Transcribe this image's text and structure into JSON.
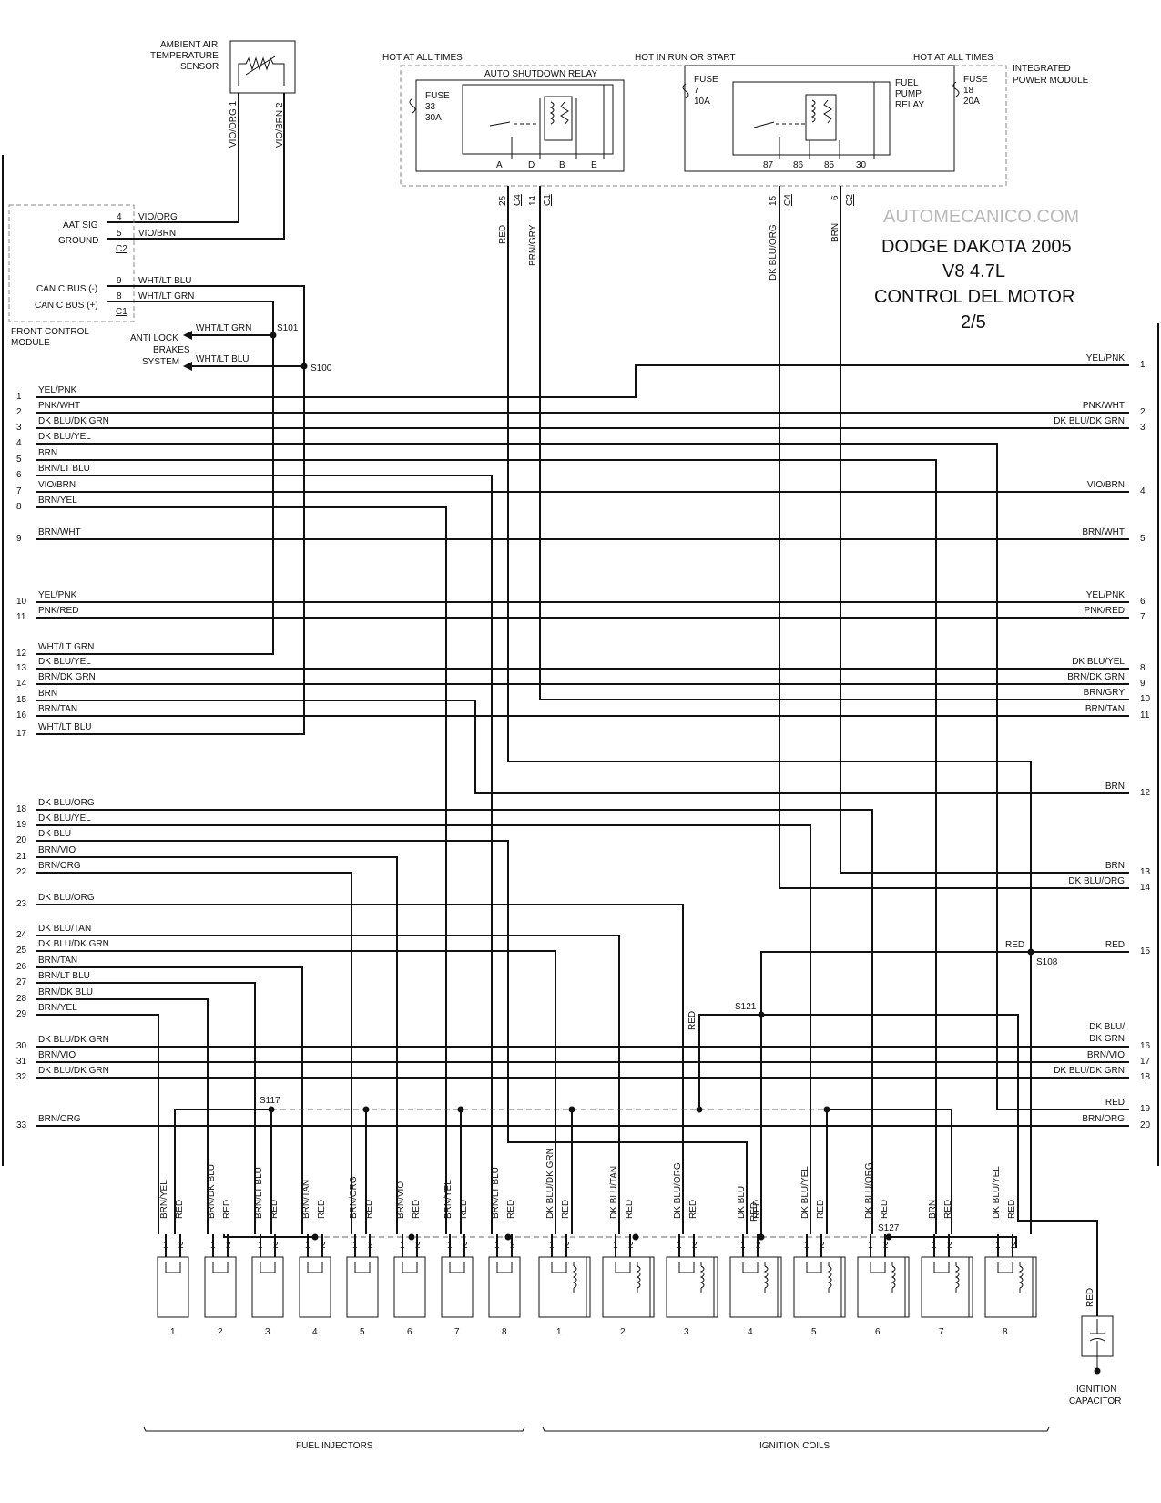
{
  "title": {
    "make": "DODGE DAKOTA 2005",
    "engine": "V8 4.7L",
    "system": "CONTROL DEL MOTOR",
    "page": "2/5"
  },
  "watermark": "AUTOMECANICO.COM",
  "sensor": {
    "name_line1": "AMBIENT AIR",
    "name_line2": "TEMPERATURE",
    "name_line3": "SENSOR",
    "pin1": "VIO/ORG 1",
    "pin2": "VIO/BRN 2"
  },
  "fcm": {
    "name_line1": "FRONT CONTROL",
    "name_line2": "MODULE",
    "aat_sig": "AAT SIG",
    "ground": "GROUND",
    "can_minus": "CAN C BUS (-)",
    "can_plus": "CAN C BUS (+)",
    "conn_c2": "C2",
    "conn_c1": "C1",
    "pins": [
      {
        "n": "4",
        "w": "VIO/ORG"
      },
      {
        "n": "5",
        "w": "VIO/BRN"
      },
      {
        "n": "9",
        "w": "WHT/LT BLU"
      },
      {
        "n": "8",
        "w": "WHT/LT GRN"
      }
    ]
  },
  "abs": {
    "line1": "ANTI LOCK",
    "line2": "BRAKES",
    "line3": "SYSTEM",
    "w1": "WHT/LT GRN",
    "w2": "WHT/LT BLU",
    "s1": "S101",
    "s2": "S100"
  },
  "ipm": {
    "hot_all_left": "HOT AT ALL TIMES",
    "hot_run": "HOT IN RUN OR START",
    "hot_all_right": "HOT AT ALL TIMES",
    "name_line1": "INTEGRATED",
    "name_line2": "POWER MODULE",
    "asd": "AUTO SHUTDOWN RELAY",
    "fuse33": [
      "FUSE",
      "33",
      "30A"
    ],
    "fuse7": [
      "FUSE",
      "7",
      "10A"
    ],
    "fuse18": [
      "FUSE",
      "18",
      "20A"
    ],
    "fpr": [
      "FUEL",
      "PUMP",
      "RELAY"
    ],
    "asd_pins": [
      "A",
      "D",
      "B",
      "E"
    ],
    "fpr_pins": [
      "87",
      "86",
      "85",
      "30"
    ],
    "outputs": [
      {
        "pin": "25",
        "conn": "C4",
        "wire": "RED"
      },
      {
        "pin": "14",
        "conn": "C1",
        "wire": "BRN/GRY"
      },
      {
        "pin": "15",
        "conn": "C4",
        "wire": "DK BLU/ORG"
      },
      {
        "pin": "6",
        "conn": "C2",
        "wire": "BRN"
      }
    ]
  },
  "left_rows": [
    {
      "n": "1",
      "w": "YEL/PNK"
    },
    {
      "n": "2",
      "w": "PNK/WHT"
    },
    {
      "n": "3",
      "w": "DK BLU/DK GRN"
    },
    {
      "n": "4",
      "w": "DK BLU/YEL"
    },
    {
      "n": "5",
      "w": "BRN"
    },
    {
      "n": "6",
      "w": "BRN/LT BLU"
    },
    {
      "n": "7",
      "w": "VIO/BRN"
    },
    {
      "n": "8",
      "w": "BRN/YEL"
    },
    {
      "n": "9",
      "w": "BRN/WHT"
    },
    {
      "n": "10",
      "w": "YEL/PNK"
    },
    {
      "n": "11",
      "w": "PNK/RED"
    },
    {
      "n": "12",
      "w": "WHT/LT GRN"
    },
    {
      "n": "13",
      "w": "DK BLU/YEL"
    },
    {
      "n": "14",
      "w": "BRN/DK GRN"
    },
    {
      "n": "15",
      "w": "BRN"
    },
    {
      "n": "16",
      "w": "BRN/TAN"
    },
    {
      "n": "17",
      "w": "WHT/LT BLU"
    },
    {
      "n": "18",
      "w": "DK BLU/ORG"
    },
    {
      "n": "19",
      "w": "DK BLU/YEL"
    },
    {
      "n": "20",
      "w": "DK BLU"
    },
    {
      "n": "21",
      "w": "BRN/VIO"
    },
    {
      "n": "22",
      "w": "BRN/ORG"
    },
    {
      "n": "23",
      "w": "DK BLU/ORG"
    },
    {
      "n": "24",
      "w": "DK BLU/TAN"
    },
    {
      "n": "25",
      "w": "DK BLU/DK GRN"
    },
    {
      "n": "26",
      "w": "BRN/TAN"
    },
    {
      "n": "27",
      "w": "BRN/LT BLU"
    },
    {
      "n": "28",
      "w": "BRN/DK BLU"
    },
    {
      "n": "29",
      "w": "BRN/YEL"
    },
    {
      "n": "30",
      "w": "DK BLU/DK GRN"
    },
    {
      "n": "31",
      "w": "BRN/VIO"
    },
    {
      "n": "32",
      "w": "DK BLU/DK GRN"
    },
    {
      "n": "33",
      "w": "BRN/ORG"
    }
  ],
  "right_rows": [
    {
      "n": "1",
      "w": "YEL/PNK"
    },
    {
      "n": "2",
      "w": "PNK/WHT"
    },
    {
      "n": "3",
      "w": "DK BLU/DK GRN"
    },
    {
      "n": "4",
      "w": "VIO/BRN"
    },
    {
      "n": "5",
      "w": "BRN/WHT"
    },
    {
      "n": "6",
      "w": "YEL/PNK"
    },
    {
      "n": "7",
      "w": "PNK/RED"
    },
    {
      "n": "8",
      "w": "DK BLU/YEL"
    },
    {
      "n": "9",
      "w": "BRN/DK GRN"
    },
    {
      "n": "10",
      "w": "BRN/GRY"
    },
    {
      "n": "11",
      "w": "BRN/TAN"
    },
    {
      "n": "12",
      "w": "BRN"
    },
    {
      "n": "13",
      "w": "BRN"
    },
    {
      "n": "14",
      "w": "DK BLU/ORG"
    },
    {
      "n": "15",
      "w": "RED"
    },
    {
      "n": "16",
      "w": "DK BLU/ DK GRN"
    },
    {
      "n": "17",
      "w": "BRN/VIO"
    },
    {
      "n": "18",
      "w": "DK BLU/DK GRN"
    },
    {
      "n": "19",
      "w": "RED"
    },
    {
      "n": "20",
      "w": "BRN/ORG"
    }
  ],
  "splices": {
    "s117": "S117",
    "s121": "S121",
    "s127": "S127",
    "s108": "S108",
    "red": "RED"
  },
  "injectors": {
    "label": "FUEL INJECTORS",
    "items": [
      {
        "n": "1",
        "w1": "BRN/YEL",
        "w2": "RED"
      },
      {
        "n": "2",
        "w1": "BRN/DK BLU",
        "w2": "RED"
      },
      {
        "n": "3",
        "w1": "BRN/LT BLU",
        "w2": "RED"
      },
      {
        "n": "4",
        "w1": "BRN/TAN",
        "w2": "RED"
      },
      {
        "n": "5",
        "w1": "BRN/ORG",
        "w2": "RED"
      },
      {
        "n": "6",
        "w1": "BRN/VIO",
        "w2": "RED"
      },
      {
        "n": "7",
        "w1": "BRN/YEL",
        "w2": "RED"
      },
      {
        "n": "8",
        "w1": "BRN/LT BLU",
        "w2": "RED"
      }
    ]
  },
  "coils": {
    "label": "IGNITION COILS",
    "items": [
      {
        "n": "1",
        "w1": "DK BLU/DK GRN",
        "w2": "RED"
      },
      {
        "n": "2",
        "w1": "DK BLU/TAN",
        "w2": "RED"
      },
      {
        "n": "3",
        "w1": "DK BLU/ORG",
        "w2": "RED"
      },
      {
        "n": "4",
        "w1": "DK BLU",
        "w2": "RED"
      },
      {
        "n": "5",
        "w1": "DK BLU/YEL",
        "w2": "RED"
      },
      {
        "n": "6",
        "w1": "DK BLU/ORG",
        "w2": "RED"
      },
      {
        "n": "7",
        "w1": "BRN",
        "w2": "RED"
      },
      {
        "n": "8",
        "w1": "DK BLU/YEL",
        "w2": "RED"
      }
    ]
  },
  "capacitor": {
    "line1": "IGNITION",
    "line2": "CAPACITOR",
    "wire": "RED"
  }
}
